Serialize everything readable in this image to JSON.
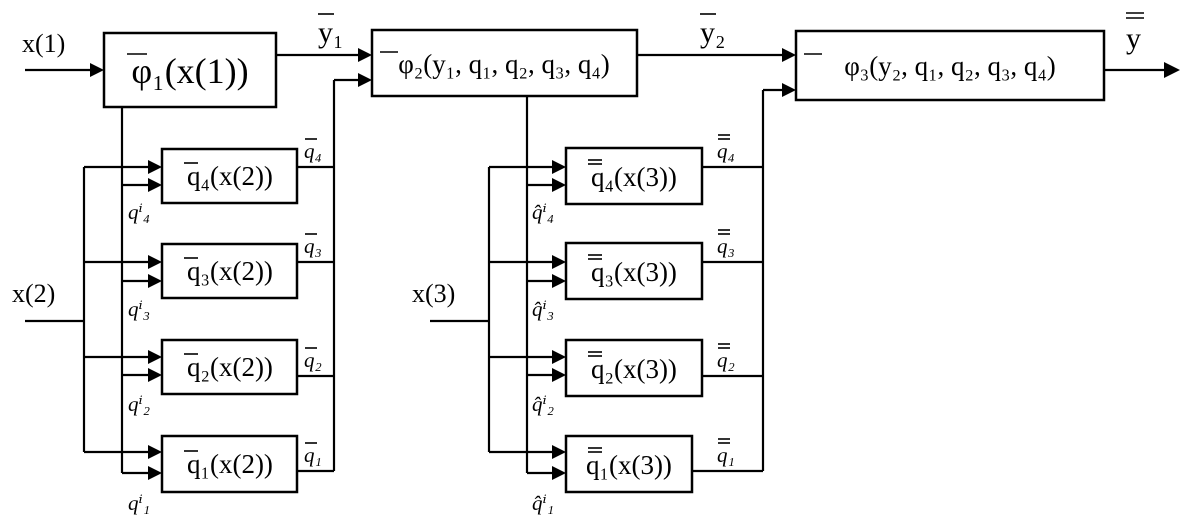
{
  "inputs": {
    "x1": "x(1)",
    "x2": "x(2)",
    "x3": "x(3)"
  },
  "stage1": {
    "main_box": "φ₁(x(1))",
    "output_label": "y₁",
    "q_boxes": [
      "q₄(x(2))",
      "q₃(x(2))",
      "q₂(x(2))",
      "q₁(x(2))"
    ],
    "q_out_labels": [
      "q₄",
      "q₃",
      "q₂",
      "q₁"
    ],
    "q_in_labels": [
      "qⁱ₄",
      "qⁱ₃",
      "qⁱ₂",
      "qⁱ₁"
    ]
  },
  "stage2": {
    "main_box": "φ₂(y₁, q₁, q₂, q₃, q₄)",
    "output_label": "y₂",
    "q_boxes": [
      "q₄(x(3))",
      "q₃(x(3))",
      "q₂(x(3))",
      "q₁(x(3))"
    ],
    "q_out_labels": [
      "q₄",
      "q₃",
      "q₂",
      "q₁"
    ],
    "q_in_labels": [
      "q̂ⁱ₄",
      "q̂ⁱ₃",
      "q̂ⁱ₂",
      "q̂ⁱ₁"
    ]
  },
  "stage3": {
    "main_box": "φ₃(y₂, q₁, q₂, q₃, q₄)",
    "output_label": "y"
  }
}
